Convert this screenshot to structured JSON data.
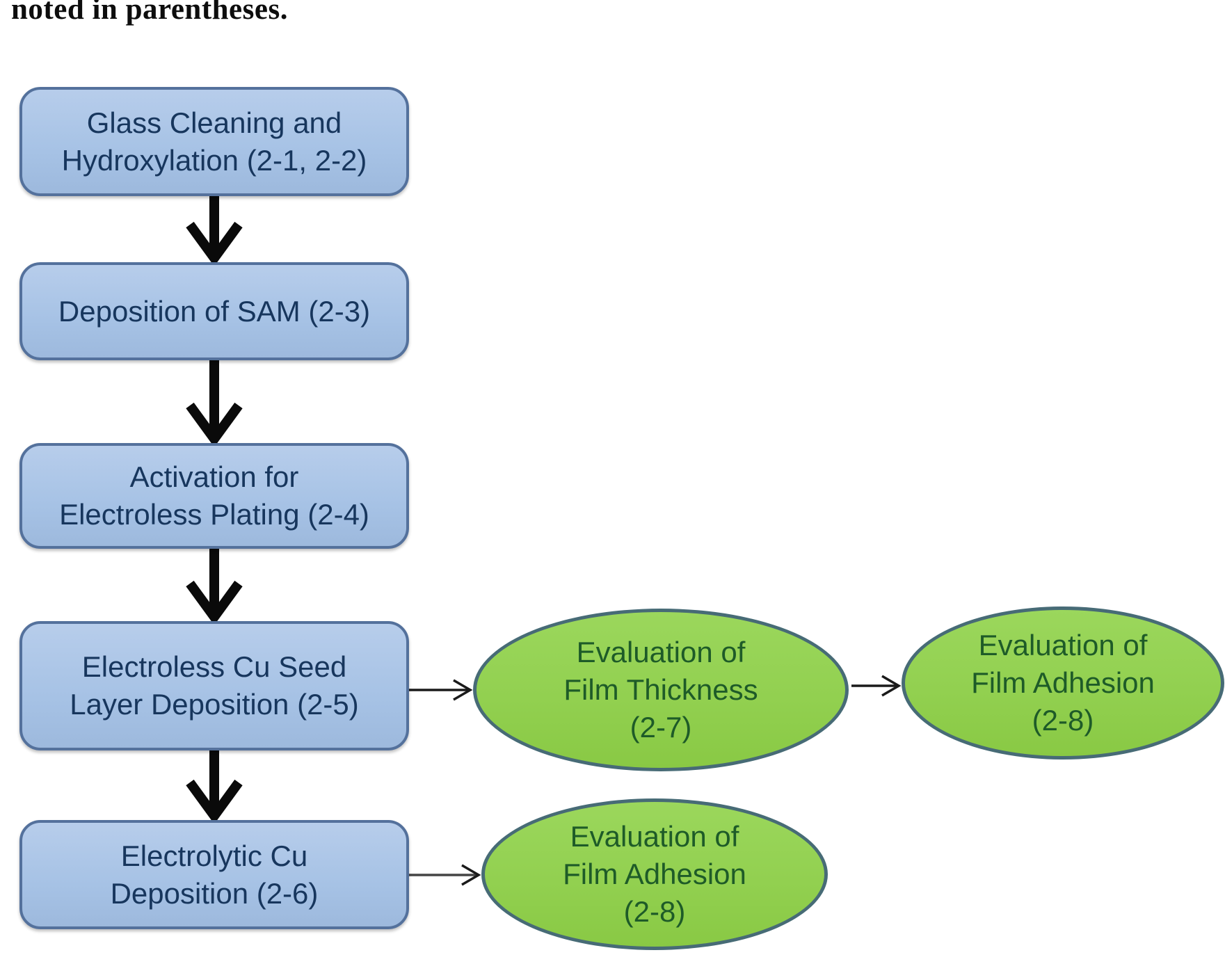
{
  "document": {
    "trailing_text": "noted in parentheses."
  },
  "flowchart": {
    "process_steps": [
      {
        "id": "glass-cleaning",
        "lines": [
          "Glass Cleaning and",
          "Hydroxylation (2-1, 2-2)"
        ]
      },
      {
        "id": "sam-deposition",
        "lines": [
          "Deposition of SAM (2-3)",
          ""
        ]
      },
      {
        "id": "activation",
        "lines": [
          "Activation for",
          "Electroless Plating (2-4)"
        ]
      },
      {
        "id": "electroless-seed",
        "lines": [
          "Electroless Cu Seed",
          "Layer Deposition (2-5)"
        ]
      },
      {
        "id": "electrolytic-deposition",
        "lines": [
          "Electrolytic Cu",
          "Deposition (2-6)"
        ]
      }
    ],
    "evaluation_nodes": [
      {
        "id": "eval-film-thickness",
        "lines": [
          "Evaluation of",
          "Film Thickness",
          "(2-7)"
        ]
      },
      {
        "id": "eval-film-adhesion-top",
        "lines": [
          "Evaluation of",
          "Film Adhesion",
          "(2-8)"
        ]
      },
      {
        "id": "eval-film-adhesion-bottom",
        "lines": [
          "Evaluation of",
          "Film Adhesion",
          "(2-8)"
        ]
      }
    ],
    "connections": [
      "glass-cleaning -> sam-deposition",
      "sam-deposition -> activation",
      "activation -> electroless-seed",
      "electroless-seed -> electrolytic-deposition",
      "electroless-seed -> eval-film-thickness",
      "eval-film-thickness -> eval-film-adhesion-top",
      "electrolytic-deposition -> eval-film-adhesion-bottom"
    ]
  },
  "theme": {
    "process-fill": "#a6c2e5",
    "process-border": "#54719c",
    "process-text": "#17365d",
    "eval-fill": "#92d050",
    "eval-border": "#476b76",
    "eval-text": "#1e5b28",
    "arrow-color": "#0a0a0a"
  }
}
